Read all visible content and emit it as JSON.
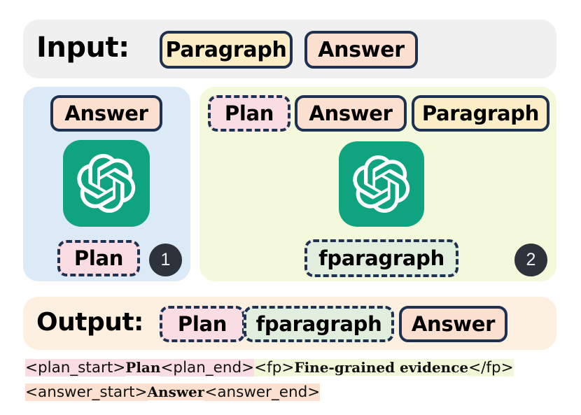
{
  "colors": {
    "border_navy": "#1f3150",
    "panel_input_bg": "#f0f0f0",
    "panel_step1_bg": "#dce9f7",
    "panel_step2_bg": "#f4f9db",
    "panel_output_bg": "#fdf0e0",
    "chip_paragraph_bg": "#fbeec6",
    "chip_answer_bg": "#fbe0d0",
    "chip_plan_bg": "#fadde3",
    "chip_fparagraph_bg": "#e2eedd",
    "badge_bg": "#2e333b",
    "openai_green": "#10a37f",
    "highlight_pink": "#fadde3",
    "highlight_green": "#f2f7d9",
    "highlight_peach": "#fbe0d0"
  },
  "input_row": {
    "label": "Input:",
    "chips": [
      {
        "text": "Paragraph",
        "style": "solid",
        "fill": "paragraph"
      },
      {
        "text": "Answer",
        "style": "solid",
        "fill": "answer"
      }
    ]
  },
  "step1": {
    "badge": "1",
    "top_chip": {
      "text": "Answer",
      "style": "solid",
      "fill": "answer"
    },
    "model_icon": "openai-logo-icon",
    "bottom_chip": {
      "text": "Plan",
      "style": "dashed",
      "fill": "plan"
    }
  },
  "step2": {
    "badge": "2",
    "top_chips": [
      {
        "text": "Plan",
        "style": "dashed",
        "fill": "plan"
      },
      {
        "text": "Answer",
        "style": "solid",
        "fill": "answer"
      },
      {
        "text": "Paragraph",
        "style": "solid",
        "fill": "paragraph"
      }
    ],
    "model_icon": "openai-logo-icon",
    "bottom_chip": {
      "text": "fparagraph",
      "style": "dashed",
      "fill": "fparagraph"
    }
  },
  "output_row": {
    "label": "Output:",
    "chips": [
      {
        "text": "Plan",
        "style": "dashed",
        "fill": "plan"
      },
      {
        "text": "fparagraph",
        "style": "dashed",
        "fill": "fparagraph"
      },
      {
        "text": "Answer",
        "style": "solid",
        "fill": "answer"
      }
    ]
  },
  "code": {
    "line1": {
      "plan_open": "<plan_start>",
      "plan_value": "Plan",
      "plan_close": "<plan_end>",
      "fp_open": "<fp>",
      "fp_value": "Fine-grained evidence",
      "fp_close": "</fp>"
    },
    "line2": {
      "answer_open": "<answer_start>",
      "answer_value": "Answer",
      "answer_close": "<answer_end>"
    }
  }
}
